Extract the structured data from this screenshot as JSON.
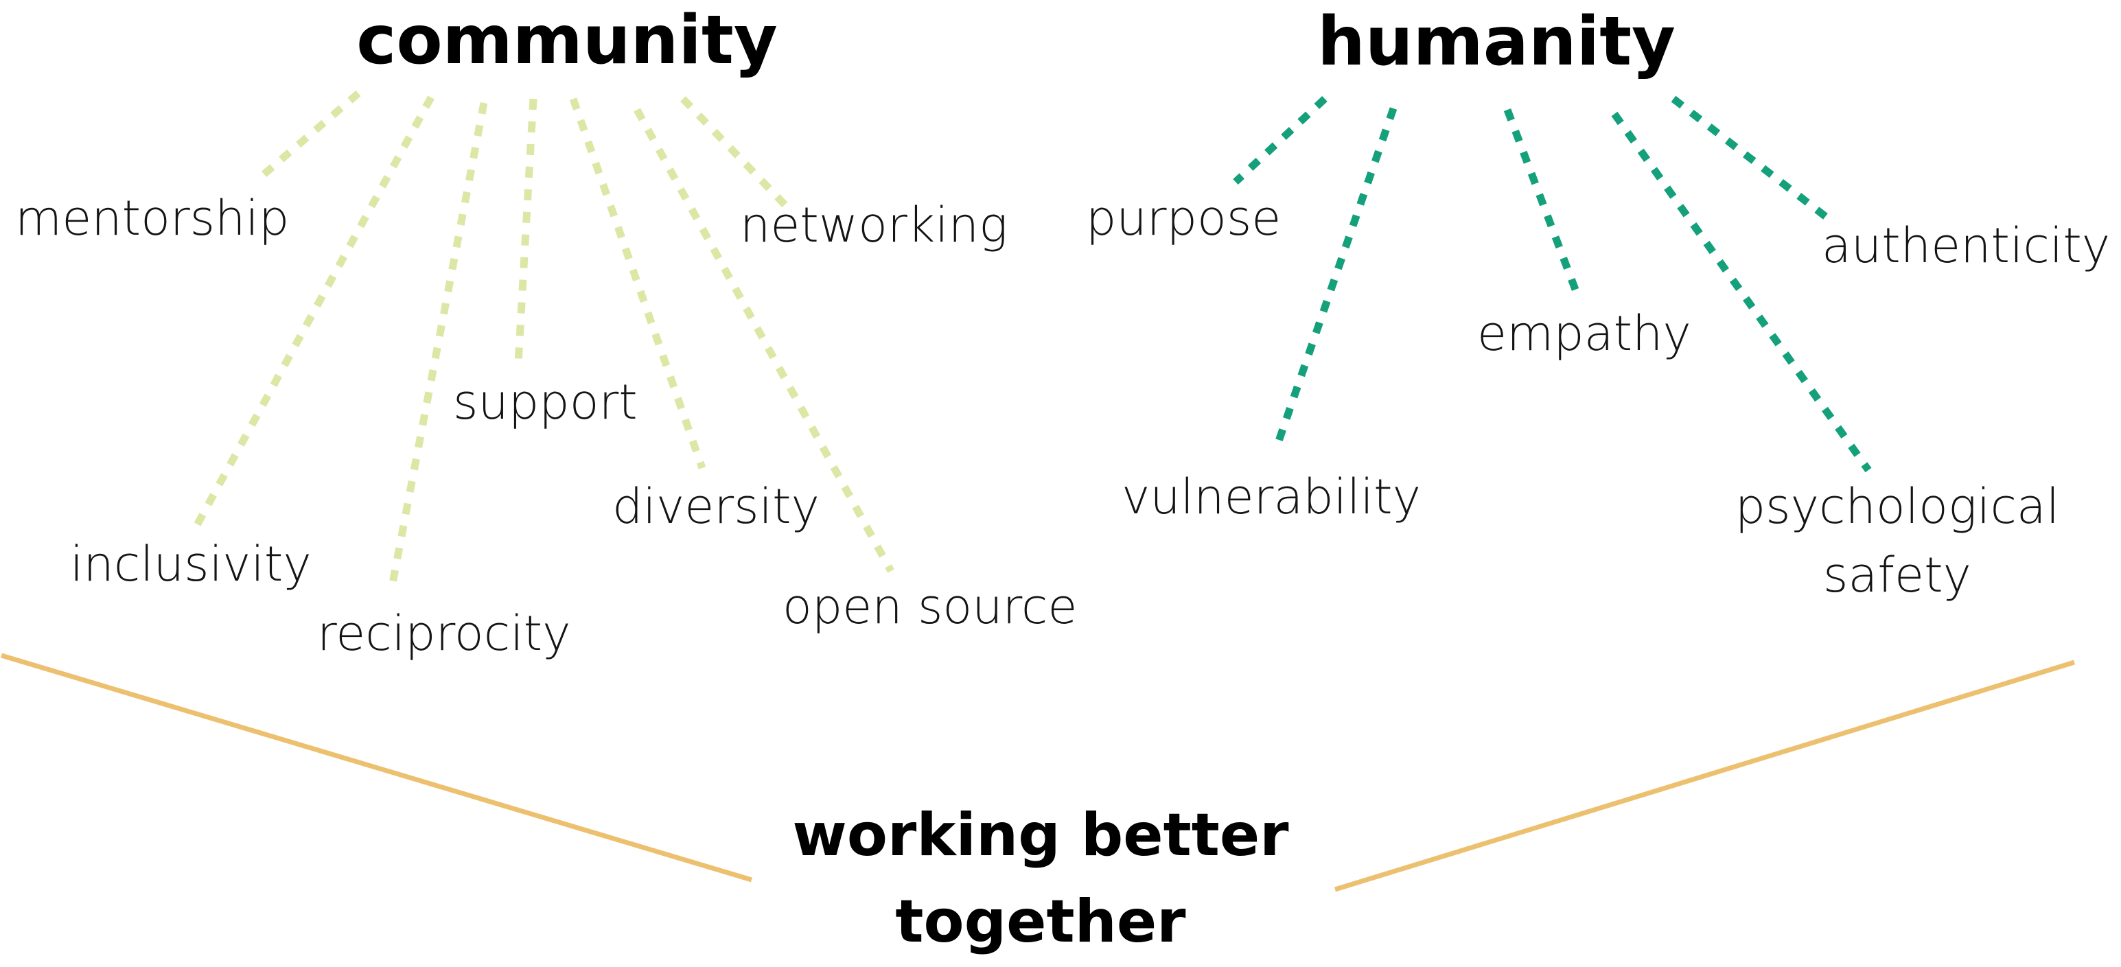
{
  "colors": {
    "community_connector": "#dde6a4",
    "humanity_connector": "#13a07a",
    "bracket": "#ecc06e",
    "text": "#141414"
  },
  "community": {
    "heading": "community",
    "terms": {
      "mentorship": "mentorship",
      "inclusivity": "inclusivity",
      "reciprocity": "reciprocity",
      "support": "support",
      "diversity": "diversity",
      "open_source": "open source",
      "networking": "networking"
    }
  },
  "humanity": {
    "heading": "humanity",
    "terms": {
      "purpose": "purpose",
      "vulnerability": "vulnerability",
      "empathy": "empathy",
      "psychological_line1": "psychological",
      "psychological_line2": "safety",
      "authenticity": "authenticity"
    }
  },
  "footer": {
    "line1": "working better",
    "line2": "together"
  }
}
